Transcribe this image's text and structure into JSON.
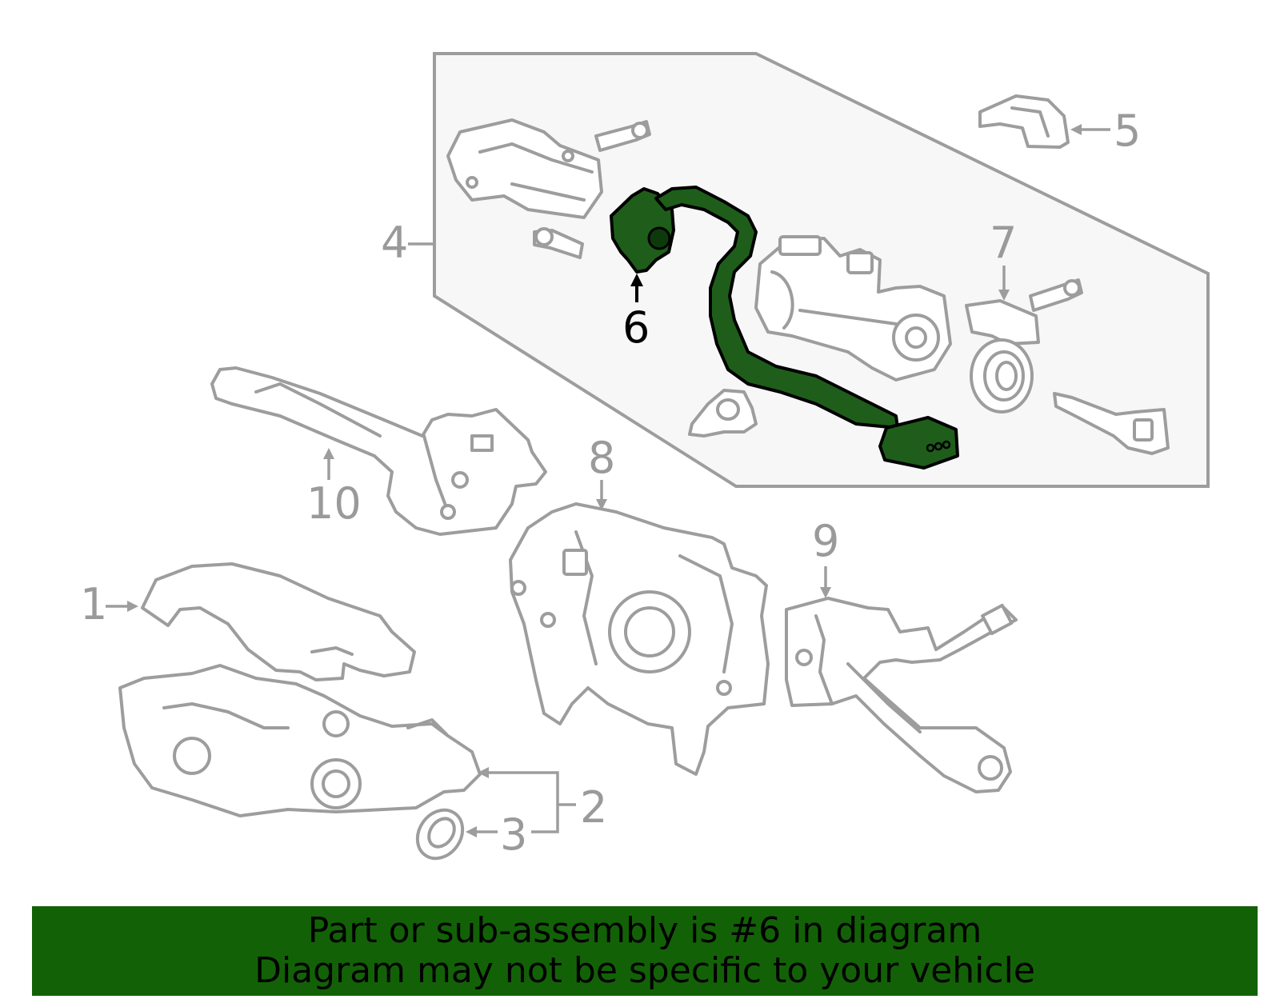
{
  "callouts": {
    "c1": "1",
    "c2": "2",
    "c3": "3",
    "c4": "4",
    "c5": "5",
    "c6": "6",
    "c7": "7",
    "c8": "8",
    "c9": "9",
    "c10": "10"
  },
  "highlight": {
    "part": "6",
    "color": "#1e5e1a"
  },
  "banner": {
    "line1": "Part or sub-assembly is #6 in diagram",
    "line2": "Diagram may not be specific to your vehicle",
    "background": "#136107"
  }
}
